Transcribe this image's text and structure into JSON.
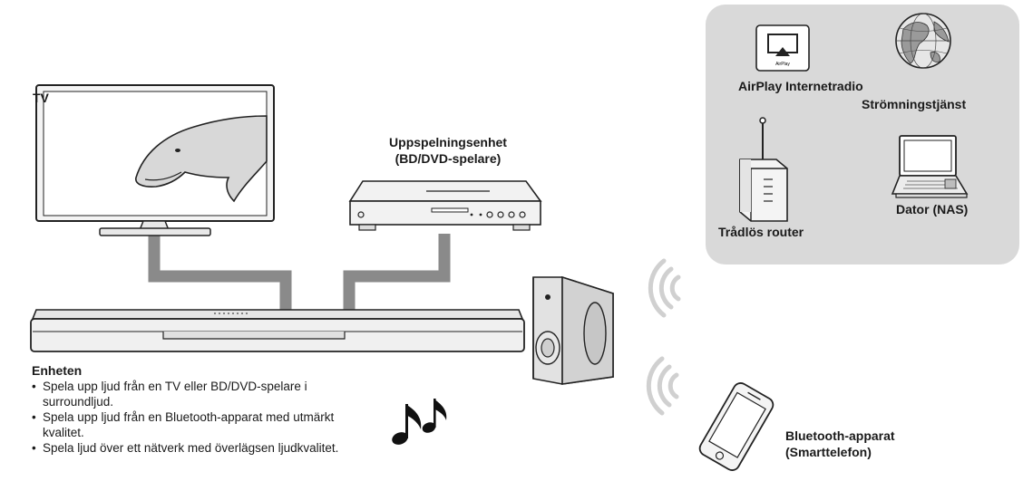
{
  "labels": {
    "tv": "TV",
    "playback_device_line1": "Uppspelningsenhet",
    "playback_device_line2": "(BD/DVD-spelare)",
    "airplay_internetradio": "AirPlay Internetradio",
    "streaming_service": "Strömningstjänst",
    "wireless_router": "Trådlös router",
    "computer_nas": "Dator (NAS)",
    "bluetooth_device_line1": "Bluetooth-apparat",
    "bluetooth_device_line2": "(Smarttelefon)",
    "airplay_icon_text": "AirPlay"
  },
  "features": {
    "title": "Enheten",
    "items": [
      "Spela upp ljud från en TV eller BD/DVD-spelare i surroundljud.",
      "Spela upp ljud från en Bluetooth-apparat med utmärkt kvalitet.",
      "Spela ljud över ett nätverk med överlägsen ljudkvalitet."
    ]
  },
  "icons": {
    "tv": "tv-icon",
    "player": "bd-dvd-player-icon",
    "soundbar": "soundbar-icon",
    "subwoofer": "subwoofer-icon",
    "airplay": "airplay-icon",
    "globe": "globe-icon",
    "router": "wireless-router-icon",
    "laptop": "laptop-icon",
    "phone": "smartphone-icon",
    "notes": "music-notes-icon",
    "waves": "wireless-waves-icon"
  },
  "colors": {
    "panel": "#d9d9d9",
    "cable": "#8a8a8a",
    "device_fill": "#f2f2f2",
    "outline": "#222222"
  }
}
